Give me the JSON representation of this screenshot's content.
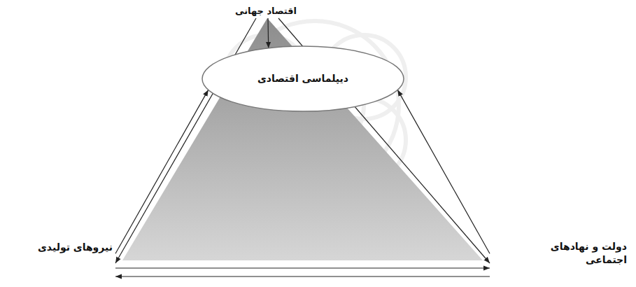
{
  "diagram": {
    "nodes": [
      {
        "text": [
          "اقتصاد جهانی"
        ]
      },
      {
        "text": [
          "دیپلماسی اقتصادی"
        ]
      },
      {
        "text": [
          "نیروهای تولیدی"
        ]
      },
      {
        "text": [
          "دولت و نهادهای اجتماعی"
        ]
      }
    ],
    "edges": [
      {
        "from": 0,
        "to": 1,
        "arrow": "to"
      },
      {
        "from": 2,
        "to": 1,
        "arrow": "to"
      },
      {
        "from": 3,
        "to": 1,
        "arrow": "to"
      },
      {
        "from": 0,
        "to": 2,
        "arrow": "to"
      },
      {
        "from": 0,
        "to": 3,
        "arrow": "to"
      },
      {
        "from": 2,
        "to": 3,
        "arrow": "to"
      },
      {
        "from": 3,
        "to": 2,
        "arrow": "to"
      }
    ]
  }
}
